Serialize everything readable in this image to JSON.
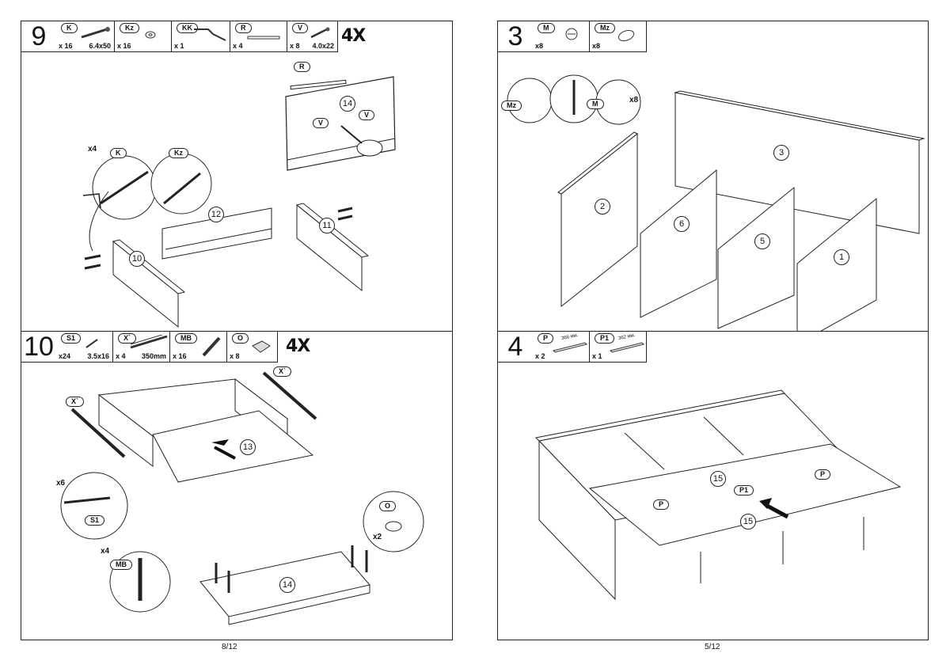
{
  "left_page": {
    "page_number": "8/12",
    "step9": {
      "number": "9",
      "multiplier": "4X",
      "parts": [
        {
          "code": "K",
          "qty": "x 16",
          "size": "6.4x50"
        },
        {
          "code": "Kz",
          "qty": "x 16",
          "size": ""
        },
        {
          "code": "KK",
          "qty": "x 1",
          "size": ""
        },
        {
          "code": "R",
          "qty": "x 4",
          "size": ""
        },
        {
          "code": "V",
          "qty": "x 8",
          "size": "4.0x22"
        }
      ],
      "callouts": {
        "r": "R",
        "v1": "V",
        "v2": "V",
        "k": "K",
        "kz": "Kz",
        "x4": "x4"
      },
      "panels": {
        "p14": "14",
        "p12": "12",
        "p11": "11",
        "p10": "10"
      }
    },
    "step10": {
      "number": "10",
      "multiplier": "4X",
      "parts": [
        {
          "code": "S1",
          "qty": "x24",
          "size": "3.5x16"
        },
        {
          "code": "X`",
          "qty": "x 4",
          "size": "350mm"
        },
        {
          "code": "MB",
          "qty": "x 16",
          "size": ""
        },
        {
          "code": "O",
          "qty": "x 8",
          "size": ""
        }
      ],
      "callouts": {
        "x_top": "X`",
        "x_left": "X`",
        "x6": "x6",
        "s1": "S1",
        "o": "O",
        "x2": "x2",
        "x4": "x4",
        "mb": "MB"
      },
      "panels": {
        "p13": "13",
        "p14": "14"
      }
    }
  },
  "right_page": {
    "page_number": "5/12",
    "step3": {
      "number": "3",
      "parts": [
        {
          "code": "M",
          "qty": "x8",
          "size": ""
        },
        {
          "code": "Mz",
          "qty": "x8",
          "size": ""
        }
      ],
      "callouts": {
        "mz": "Mz",
        "m": "M",
        "x8": "x8"
      },
      "panels": {
        "p3": "3",
        "p2": "2",
        "p6": "6",
        "p5": "5",
        "p1": "1"
      }
    },
    "step4": {
      "number": "4",
      "parts": [
        {
          "code": "P",
          "qty": "x 2",
          "size": "",
          "dim": "366 мм."
        },
        {
          "code": "P1",
          "qty": "x 1",
          "size": "",
          "dim": "362 мм."
        }
      ],
      "callouts": {
        "p_left": "P",
        "p_right": "P",
        "p1": "P1"
      },
      "panels": {
        "p15a": "15",
        "p15b": "15"
      }
    }
  }
}
